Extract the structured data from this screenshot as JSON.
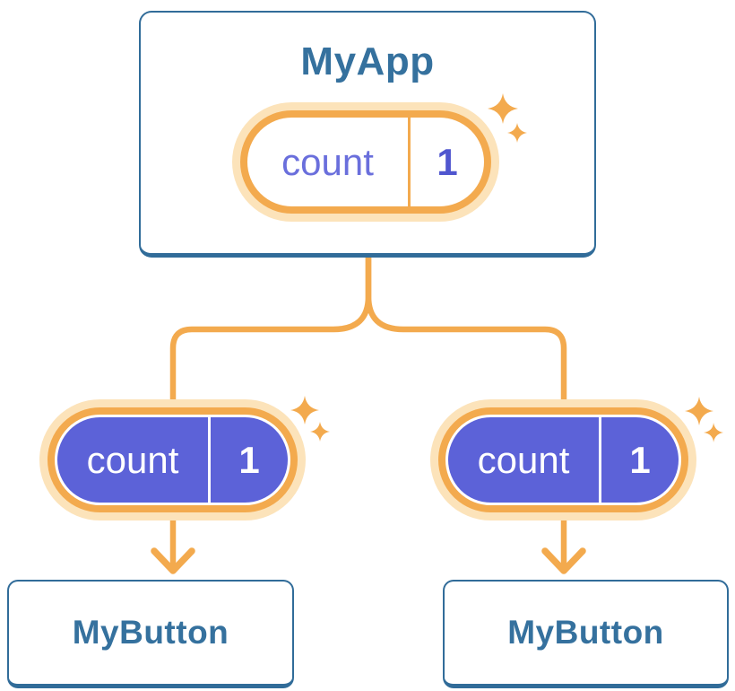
{
  "diagram": {
    "root": {
      "title": "MyApp",
      "state_pill": {
        "label": "count",
        "value": "1"
      }
    },
    "children": [
      {
        "title": "MyButton",
        "state_pill": {
          "label": "count",
          "value": "1"
        }
      },
      {
        "title": "MyButton",
        "state_pill": {
          "label": "count",
          "value": "1"
        }
      }
    ]
  },
  "icons": {
    "sparkle": "sparkle-icon",
    "arrow": "arrow-down-icon"
  },
  "colors": {
    "card_border_blue": "#316C99",
    "title_text_blue": "#35719E",
    "line_orange": "#F3AA4E",
    "halo_light_orange": "#FCE3BA",
    "pill_purple": "#5C62D8",
    "pill_label_purple": "#6A6FDC",
    "pill_value_purple": "#5056CF",
    "card_background": "#FFFFFF"
  }
}
